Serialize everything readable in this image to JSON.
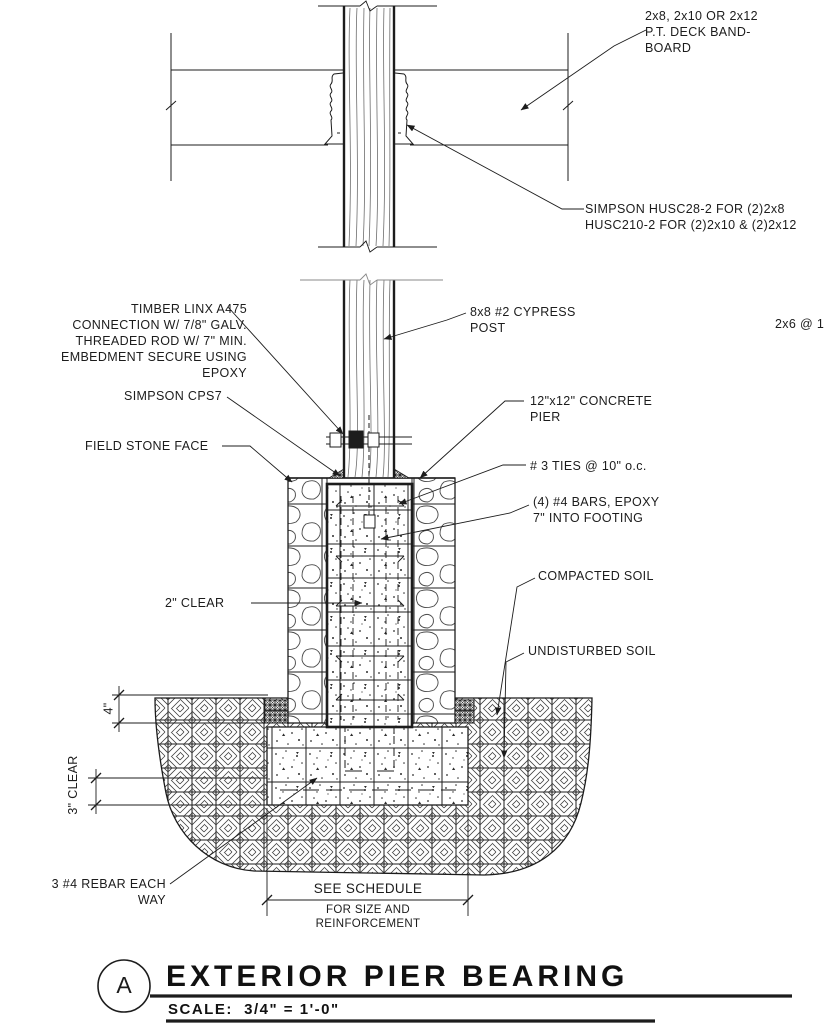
{
  "drawing": {
    "labels": {
      "band_board": "2x8, 2x10 OR 2x12\nP.T. DECK BAND-\nBOARD",
      "hanger": "SIMPSON HUSC28-2 FOR (2)2x8\nHUSC210-2 FOR (2)2x10 & (2)2x12",
      "timber_linx": "TIMBER LINX A475\nCONNECTION W/ 7/8\" GALV.\nTHREADED ROD W/ 7\" MIN.\nEMBEDMENT SECURE USING\nEPOXY",
      "post": "8x8 #2 CYPRESS\nPOST",
      "edge_fragment": "2x6 @ 1",
      "cps7": "SIMPSON CPS7",
      "stone_face": "FIELD STONE FACE",
      "concrete_pier": "12\"x12\" CONCRETE\nPIER",
      "ties": "# 3 TIES @ 10\" o.c.",
      "bars": "(4) #4 BARS, EPOXY\n7\" INTO FOOTING",
      "compacted_soil": "COMPACTED SOIL",
      "undisturbed_soil": "UNDISTURBED SOIL",
      "clear_2": "2\" CLEAR",
      "dim_4": "4\"",
      "clear_3": "3\" CLEAR",
      "rebar": "3 #4 REBAR EACH\nWAY",
      "schedule_line1": "SEE SCHEDULE",
      "schedule_line2": "FOR SIZE AND\nREINFORCEMENT"
    },
    "title_block": {
      "detail_letter": "A",
      "title": "EXTERIOR PIER BEARING",
      "scale": "SCALE:  3/4\" = 1'-0\""
    },
    "colors": {
      "line": "#1c1c1c",
      "background": "#ffffff"
    }
  }
}
